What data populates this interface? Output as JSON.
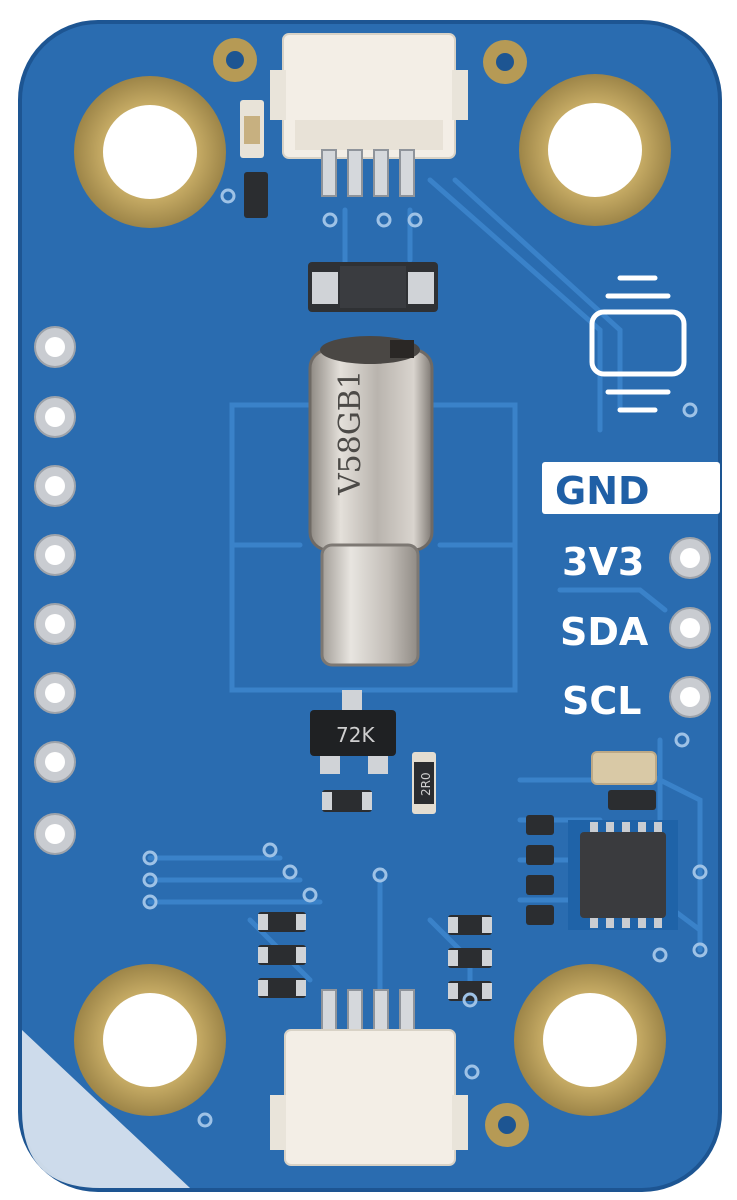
{
  "board": {
    "pin_labels": [
      "GND",
      "3V3",
      "SDA",
      "SCL"
    ],
    "motor_marking": "V58GB1",
    "transistor_marking": "72K",
    "resistor_marking": "2R0"
  },
  "colors": {
    "board": "#2a6cb0",
    "board_dark": "#1d5592",
    "trace": "#2f79c2",
    "copper_ring": "#b69a55",
    "pad_silver": "#cfd3d8",
    "connector": "#f2ede4",
    "motor_metal": "#b9b4ae"
  }
}
